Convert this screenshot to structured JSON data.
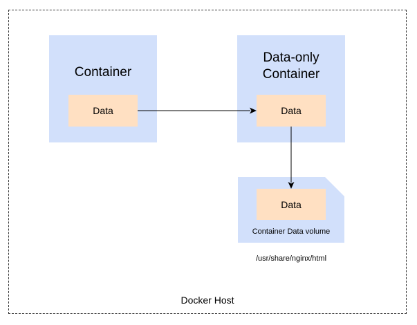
{
  "diagram": {
    "host_label": "Docker Host",
    "container": {
      "title": "Container",
      "data_label": "Data"
    },
    "data_only_container": {
      "title": "Data-only Container",
      "data_label": "Data"
    },
    "volume": {
      "label": "Container Data volume",
      "data_label": "Data"
    },
    "mount_path": "/usr/share/nginx/html"
  },
  "colors": {
    "container_fill": "#d2e0fb",
    "data_fill": "#ffe0c2",
    "frame_stroke": "#333333",
    "arrow_stroke": "#000000"
  }
}
